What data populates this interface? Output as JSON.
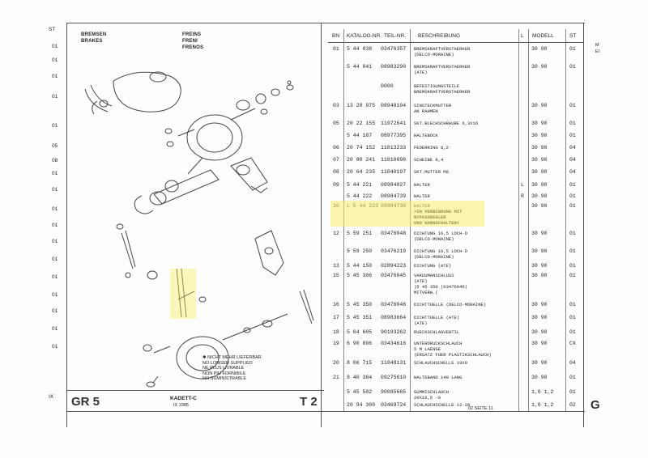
{
  "headings": {
    "de": "BREMSEN",
    "en": "BRAKES",
    "fr": "FREINS",
    "it": "FRENI",
    "es": "FRENOS"
  },
  "left_col": {
    "header": "ST",
    "codes": [
      "01",
      "01",
      "01",
      "01",
      "01",
      "05",
      "08",
      "01",
      "01",
      "01",
      "01",
      "01",
      "01",
      "01",
      "01",
      "01",
      "01",
      "01"
    ],
    "footer": "IX"
  },
  "columns": {
    "bn": "BN",
    "katalog": "KATALOG-NR.",
    "teil": "TEIL-NR.",
    "beschreibung": "BESCHREIBUNG",
    "l": "L",
    "modell": "MODELL",
    "st": "ST"
  },
  "rows": [
    {
      "bn": "01",
      "kat": "5  44  038",
      "teil": "03476357",
      "desc": [
        "BREMSKRAFTVERSTAERKER",
        "(DELCO-MORAINE)"
      ],
      "l": "",
      "mod": "30  90",
      "st": "01"
    },
    {
      "bn": "",
      "kat": "5  44  041",
      "teil": "08983290",
      "desc": [
        "BREMSKRAFTVERSTAERKER",
        "(ATE)"
      ],
      "l": "",
      "mod": "30  90",
      "st": "01"
    },
    {
      "bn": "",
      "kat": "",
      "teil": "0000",
      "desc": [
        "BEFESTIGUNGSTEILE",
        "BREMSKRAFTVERSTAERKER"
      ],
      "l": "",
      "mod": "",
      "st": ""
    },
    {
      "bn": "03",
      "kat": "13  20  975",
      "teil": "08948104",
      "desc": [
        "SINSTECKMUTTER",
        "AN RAHMEN"
      ],
      "l": "",
      "mod": "30  90",
      "st": "01"
    },
    {
      "bn": "05",
      "kat": "20  22  155",
      "teil": "11072641",
      "desc": [
        "SKT.BLECHSCHRAUBE 6,3X16"
      ],
      "l": "",
      "mod": "30  90",
      "st": "01"
    },
    {
      "bn": "",
      "kat": "5  44  187",
      "teil": "08977395",
      "desc": [
        "HALTEBOCK"
      ],
      "l": "",
      "mod": "30  90",
      "st": "01"
    },
    {
      "bn": "06",
      "kat": "20  74  152",
      "teil": "11013233",
      "desc": [
        "FEDERRING 8,2"
      ],
      "l": "",
      "mod": "30  90",
      "st": "04"
    },
    {
      "bn": "07",
      "kat": "20  80  241",
      "teil": "11010098",
      "desc": [
        "SCHEIBE 8,4"
      ],
      "l": "",
      "mod": "30  90",
      "st": "04"
    },
    {
      "bn": "08",
      "kat": "20  64  235",
      "teil": "11040197",
      "desc": [
        "SKT.MUTTER M8"
      ],
      "l": "",
      "mod": "30  90",
      "st": "04"
    },
    {
      "bn": "09",
      "kat": "5  44  221",
      "teil": "08984027",
      "desc": [
        "HALTER"
      ],
      "l": "L",
      "mod": "30  90",
      "st": "01"
    },
    {
      "bn": "",
      "kat": "5  44  222",
      "teil": "08984739",
      "desc": [
        "HALTER"
      ],
      "l": "R",
      "mod": "30  90",
      "st": "01"
    },
    {
      "bn": "10",
      "kat": "L  5  44  223",
      "teil": "08984738",
      "desc": [
        "HALTER",
        ">IN VERBINDUNG MIT",
        "BYPASSREGLER",
        "UND WARNSCHALTER<"
      ],
      "l": "",
      "mod": "30  90",
      "st": "01"
    },
    {
      "bn": "12",
      "kat": "5  59  251",
      "teil": "03476048",
      "desc": [
        "DICHTUNG 16,5 LOCH-D",
        "(DELCO-MORAINE)"
      ],
      "l": "",
      "mod": "30  90",
      "st": "01"
    },
    {
      "bn": "",
      "kat": "5  59  250",
      "teil": "03476219",
      "desc": [
        "DICHTUNG 16,5 LOCH-D",
        "(DELCO-MORAINE)"
      ],
      "l": "",
      "mod": "30  90",
      "st": "01"
    },
    {
      "bn": "13",
      "kat": "5  44  150",
      "teil": "02894223",
      "desc": [
        "DICHTUNG (ATE)"
      ],
      "l": "",
      "mod": "30  90",
      "st": "01"
    },
    {
      "bn": "15",
      "kat": "5  45  306",
      "teil": "03476045",
      "desc": [
        "VAKUUMANSCHLUSS",
        "(ATE)",
        ")5  45  350 (03476046)",
        "MITVERW.("
      ],
      "l": "",
      "mod": "30  90",
      "st": "01"
    },
    {
      "bn": "16",
      "kat": "5  45  350",
      "teil": "03476046",
      "desc": [
        "DICHTTUELLE (DELCO-MORAINE)"
      ],
      "l": "",
      "mod": "30  90",
      "st": "01"
    },
    {
      "bn": "17",
      "kat": "5  45  351",
      "teil": "08983664",
      "desc": [
        "DICHTTUELLE (ATE)",
        "(ATE)"
      ],
      "l": "",
      "mod": "30  90",
      "st": "01"
    },
    {
      "bn": "18",
      "kat": "5  64  605",
      "teil": "90193262",
      "desc": [
        "RUECKSCHLAGVENTIL"
      ],
      "l": "",
      "mod": "30  90",
      "st": "01"
    },
    {
      "bn": "19",
      "kat": "6  90  806",
      "teil": "03434616",
      "desc": [
        "UNTERDRUCKSCHLAUCH",
        "5 M LAENGE",
        "(ERSATZ FUER PLASTIKSCHLAUCH)"
      ],
      "l": "",
      "mod": "30  90",
      "st": "CX"
    },
    {
      "bn": "20",
      "kat": "8  06  715",
      "teil": "11048131",
      "desc": [
        "SCHLAUCHSCHELLE 19X9"
      ],
      "l": "",
      "mod": "30  90",
      "st": "04"
    },
    {
      "bn": "21",
      "kat": "8  40  364",
      "teil": "09275610",
      "desc": [
        "HALTEBAND 140 LANG"
      ],
      "l": "",
      "mod": "30  90",
      "st": "01"
    },
    {
      "bn": "",
      "kat": "5  45  502",
      "teil": "90085665",
      "desc": [
        "GUMMISCHLAUCH",
        "20X16,5  -0"
      ],
      "l": "",
      "mod": "1,0  1,2",
      "st": "01"
    },
    {
      "bn": "",
      "kat": "20  94  300",
      "teil": "03469724",
      "desc": [
        "SCHLAUCHSCHELLE  12-20"
      ],
      "l": "",
      "mod": "1,0  1,2",
      "st": "02"
    }
  ],
  "footnote": [
    "✱ NICHT MEHR LIEFERBAR",
    "NO LONGER SUPPLIED",
    "NE PLUS LIVRABLE",
    "NON PIU FORNIBILE",
    "NO SUMINISTRABLE"
  ],
  "footer": {
    "group": "GR 5",
    "model": "KADETT-C",
    "date": "IX 1985",
    "table": "T 2",
    "page": "02 SEITE  11"
  },
  "right_margin": [
    "M",
    "EI",
    "G"
  ]
}
